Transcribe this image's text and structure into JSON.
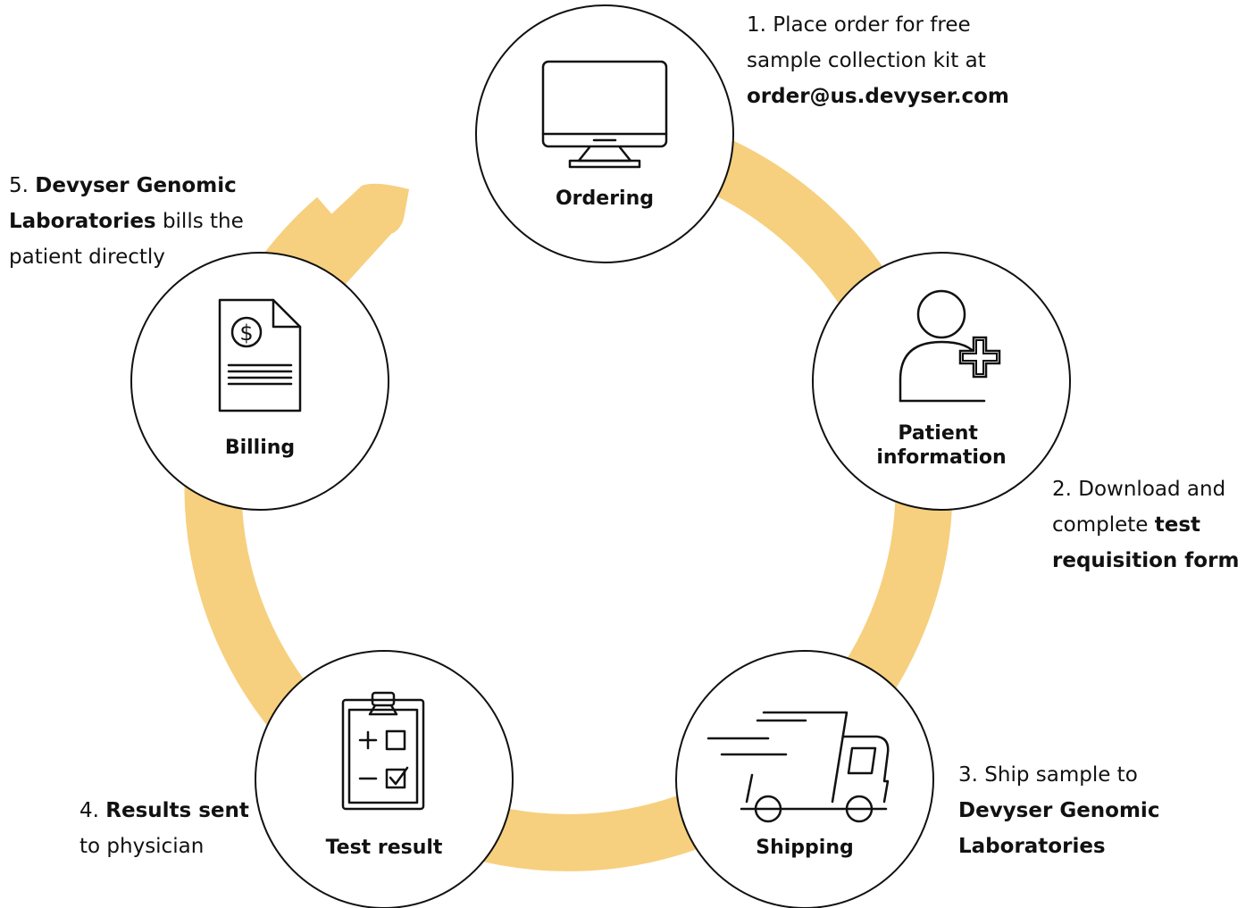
{
  "colors": {
    "ring": "#f6d07e",
    "node_fill": "#ffffff",
    "node_stroke": "#111111",
    "text": "#111111"
  },
  "steps": [
    {
      "id": "ordering",
      "label": "Ordering",
      "icon": "computer-monitor-icon",
      "caption": {
        "number": "1.",
        "before": "Place order for free sample collection kit at",
        "bold": "order@us.devyser.com",
        "after": ""
      }
    },
    {
      "id": "patient",
      "label_lines": [
        "Patient",
        "information"
      ],
      "icon": "add-patient-icon",
      "caption": {
        "number": "2.",
        "before": "Download and complete",
        "bold": "test requisition form",
        "after": ""
      }
    },
    {
      "id": "shipping",
      "label": "Shipping",
      "icon": "delivery-truck-icon",
      "caption": {
        "number": "3.",
        "before": "Ship sample to",
        "bold": "Devyser Genomic Laboratories",
        "after": ""
      }
    },
    {
      "id": "test",
      "label": "Test result",
      "icon": "clipboard-checklist-icon",
      "caption": {
        "number": "4.",
        "before": "",
        "bold": "Results sent",
        "after": "to physician"
      }
    },
    {
      "id": "billing",
      "label": "Billing",
      "icon": "invoice-dollar-icon",
      "caption": {
        "number": "5.",
        "before": "",
        "bold": "Devyser Genomic Laboratories",
        "after": "bills the patient directly"
      }
    }
  ]
}
